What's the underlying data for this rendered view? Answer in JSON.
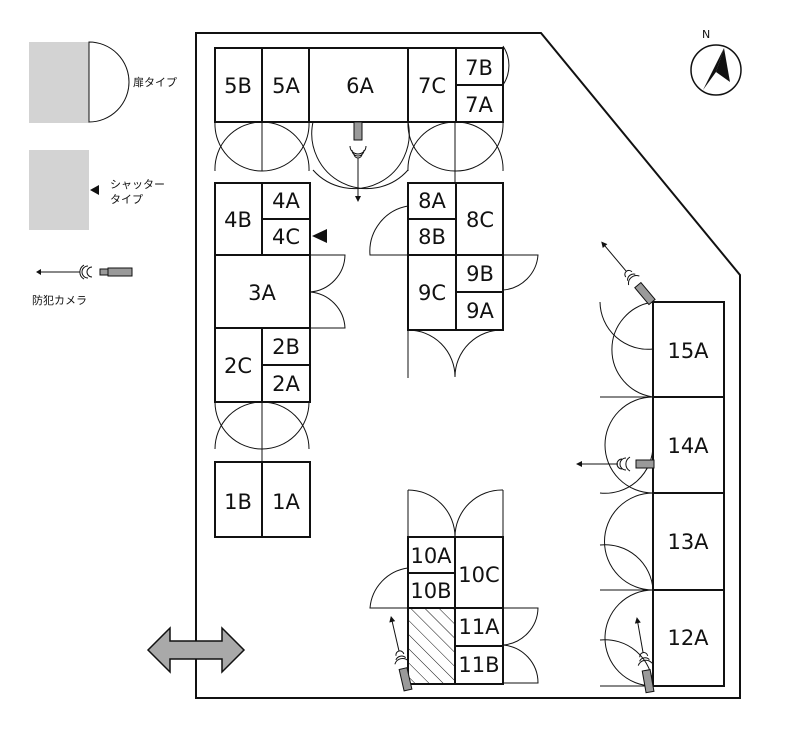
{
  "legend": {
    "door_type": "扉タイプ",
    "shutter_type_line1": "シャッター",
    "shutter_type_line2": "タイプ",
    "camera": "防犯カメラ"
  },
  "compass": {
    "north": "N"
  },
  "units": [
    {
      "id": "5B",
      "label": "5B"
    },
    {
      "id": "5A",
      "label": "5A"
    },
    {
      "id": "6A",
      "label": "6A"
    },
    {
      "id": "7C",
      "label": "7C"
    },
    {
      "id": "7B",
      "label": "7B"
    },
    {
      "id": "7A",
      "label": "7A"
    },
    {
      "id": "4B",
      "label": "4B"
    },
    {
      "id": "4A",
      "label": "4A"
    },
    {
      "id": "4C",
      "label": "4C"
    },
    {
      "id": "8A",
      "label": "8A"
    },
    {
      "id": "8B",
      "label": "8B"
    },
    {
      "id": "8C",
      "label": "8C"
    },
    {
      "id": "3A",
      "label": "3A"
    },
    {
      "id": "9C",
      "label": "9C"
    },
    {
      "id": "9B",
      "label": "9B"
    },
    {
      "id": "9A",
      "label": "9A"
    },
    {
      "id": "2C",
      "label": "2C"
    },
    {
      "id": "2B",
      "label": "2B"
    },
    {
      "id": "2A",
      "label": "2A"
    },
    {
      "id": "1B",
      "label": "1B"
    },
    {
      "id": "1A",
      "label": "1A"
    },
    {
      "id": "10A",
      "label": "10A"
    },
    {
      "id": "10B",
      "label": "10B"
    },
    {
      "id": "10C",
      "label": "10C"
    },
    {
      "id": "11A",
      "label": "11A"
    },
    {
      "id": "11B",
      "label": "11B"
    },
    {
      "id": "15A",
      "label": "15A"
    },
    {
      "id": "14A",
      "label": "14A"
    },
    {
      "id": "13A",
      "label": "13A"
    },
    {
      "id": "12A",
      "label": "12A"
    }
  ],
  "colors": {
    "line": "#111111",
    "legend_gray": "#d3d3d3",
    "arrow_gray": "#a9a9a9",
    "camera_gray": "#9a9a9a"
  }
}
